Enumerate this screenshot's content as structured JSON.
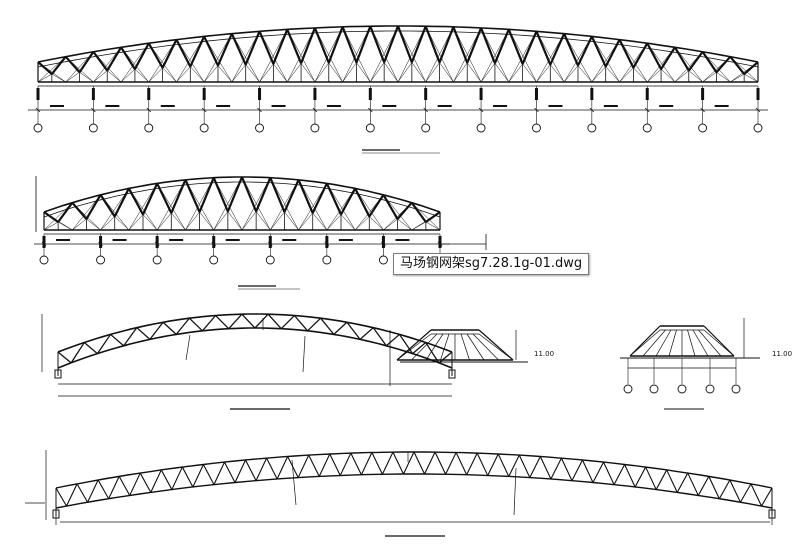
{
  "file_tooltip": "马场钢网架sg7.28.1g-01.dwg",
  "elevations": {
    "left_section": "11.00",
    "right_detail": "11.00"
  },
  "colors": {
    "line": "#111111",
    "background": "#ffffff"
  }
}
